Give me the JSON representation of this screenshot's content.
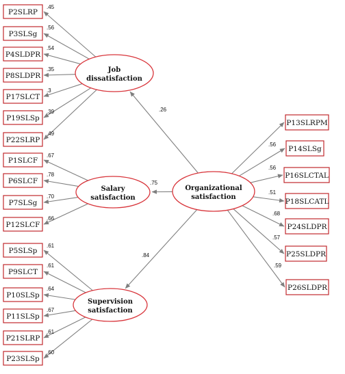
{
  "latents": {
    "job": {
      "line1": "Job",
      "line2": "dissatisfaction"
    },
    "salary": {
      "line1": "Salary",
      "line2": "satisfaction"
    },
    "supervision": {
      "line1": "Supervision",
      "line2": "satisfaction"
    },
    "org": {
      "line1": "Organizational",
      "line2": "satisfaction"
    }
  },
  "structural_paths": {
    "org_to_job": ".26",
    "org_to_salary": ".75",
    "org_to_supervision": ".84"
  },
  "job_items": [
    {
      "label": "P2SLRP",
      "loading": ".45"
    },
    {
      "label": "P3SLSg",
      "loading": ".56"
    },
    {
      "label": "P4SLDPR",
      "loading": ".54"
    },
    {
      "label": "P8SLDPR",
      "loading": ".35"
    },
    {
      "label": "P17SLCT",
      "loading": ".3"
    },
    {
      "label": "P19SLSp",
      "loading": ".39"
    },
    {
      "label": "P22SLRP",
      "loading": ".49"
    }
  ],
  "salary_items": [
    {
      "label": "P1SLCF",
      "loading": ".67"
    },
    {
      "label": "P6SLCF",
      "loading": ".78"
    },
    {
      "label": "P7SLSg",
      "loading": ".70"
    },
    {
      "label": "P12SLCF",
      "loading": ".66"
    }
  ],
  "supervision_items": [
    {
      "label": "P5SLSp",
      "loading": ".61"
    },
    {
      "label": "P9SLCT",
      "loading": ".61"
    },
    {
      "label": "P10SLSp",
      "loading": ".64"
    },
    {
      "label": "P11SLSp",
      "loading": ".67"
    },
    {
      "label": "P21SLRP",
      "loading": ".61"
    },
    {
      "label": "P23SLSp",
      "loading": ".60"
    }
  ],
  "org_items": [
    {
      "label": "P13SLRPM",
      "loading": ".56"
    },
    {
      "label": "P14SLSg",
      "loading": ".56"
    },
    {
      "label": "P16SLCTAL",
      "loading": ".51"
    },
    {
      "label": "P18SLCATL",
      "loading": ".68"
    },
    {
      "label": "P24SLDPR",
      "loading": ".57"
    },
    {
      "label": "P25SLDPR",
      "loading": ".59"
    },
    {
      "label": "P26SLDPR",
      "loading": ""
    }
  ]
}
